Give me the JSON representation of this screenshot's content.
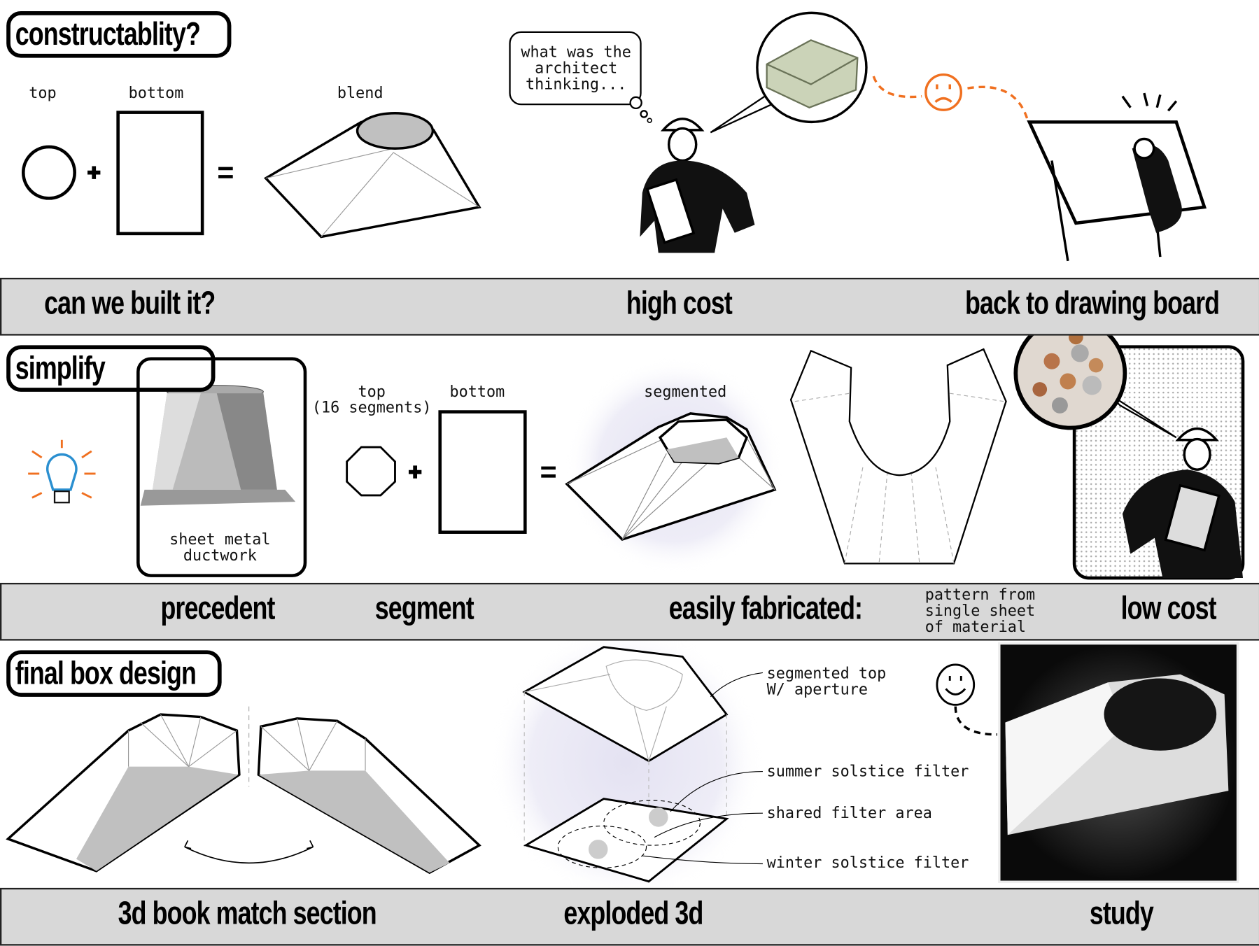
{
  "section1": {
    "title": "constructablity?",
    "labels": {
      "top": "top",
      "bottom": "bottom",
      "blend": "blend"
    },
    "thought": "what was the\narchitect\nthinking...",
    "band": {
      "left": "can we built it?",
      "center": "high cost",
      "right": "back to drawing board"
    }
  },
  "section2": {
    "title": "simplify",
    "precedent_caption": "sheet metal\nductwork",
    "labels": {
      "top": "top\n(16 segments)",
      "bottom": "bottom",
      "segmented": "segmented"
    },
    "band": {
      "precedent": "precedent",
      "segment": "segment",
      "fabricated": "easily fabricated:",
      "pattern": "pattern from\nsingle sheet\nof material",
      "low_cost": "low cost"
    }
  },
  "section3": {
    "title": "final box design",
    "callouts": {
      "top": "segmented top\nW/ aperture",
      "summer": "summer solstice filter",
      "shared": "shared filter area",
      "winter": "winter solstice filter"
    },
    "band": {
      "book": "3d book match section",
      "exploded": "exploded 3d",
      "study": "study"
    }
  },
  "colors": {
    "band": "#d8d8d8",
    "accent_orange": "#f07020",
    "shape_fill": "#c0c0c0",
    "bulb_blue": "#2a8fd0"
  }
}
